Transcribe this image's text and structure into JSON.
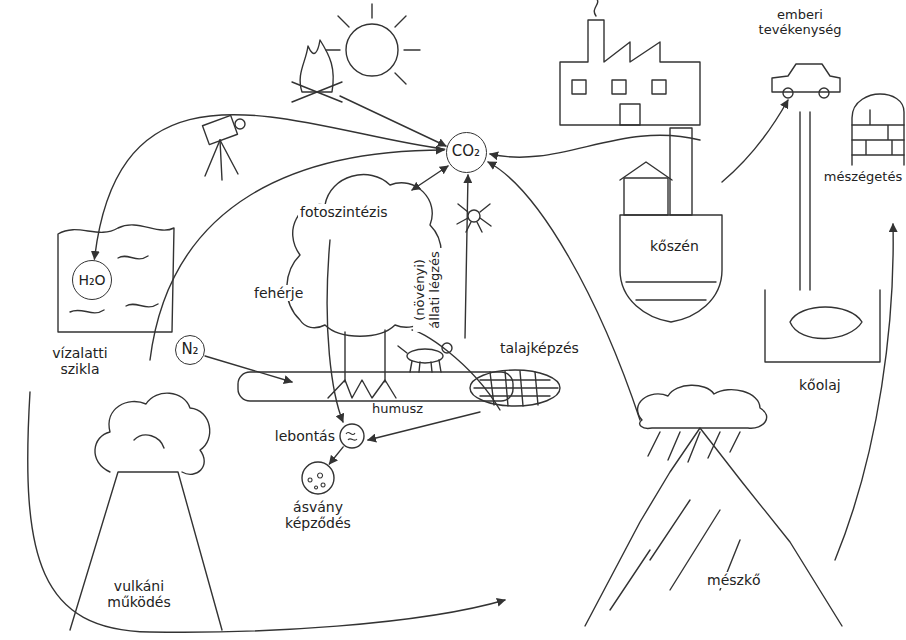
{
  "diagram": {
    "nodes": [
      {
        "text": [
          "CO₂"
        ]
      },
      {
        "text": [
          "H₂O"
        ]
      },
      {
        "text": [
          "N₂"
        ]
      },
      {
        "text": [
          "lebontás"
        ]
      },
      {
        "text": [
          "ásvány képződés"
        ]
      }
    ],
    "edges": [
      {
        "from": 0,
        "to": 1,
        "arrow": "to"
      },
      {
        "from": 3,
        "to": 4,
        "arrow": "to"
      }
    ],
    "labels": [
      "fotoszintézis",
      "fehérje",
      "(növényi) állati légzés",
      "talajképzés",
      "humusz",
      "vulkáni működés",
      "vízalatti szikla",
      "emberi tevékenység",
      "kőszén",
      "kőolaj",
      "mészégetés",
      "mészkő"
    ]
  }
}
